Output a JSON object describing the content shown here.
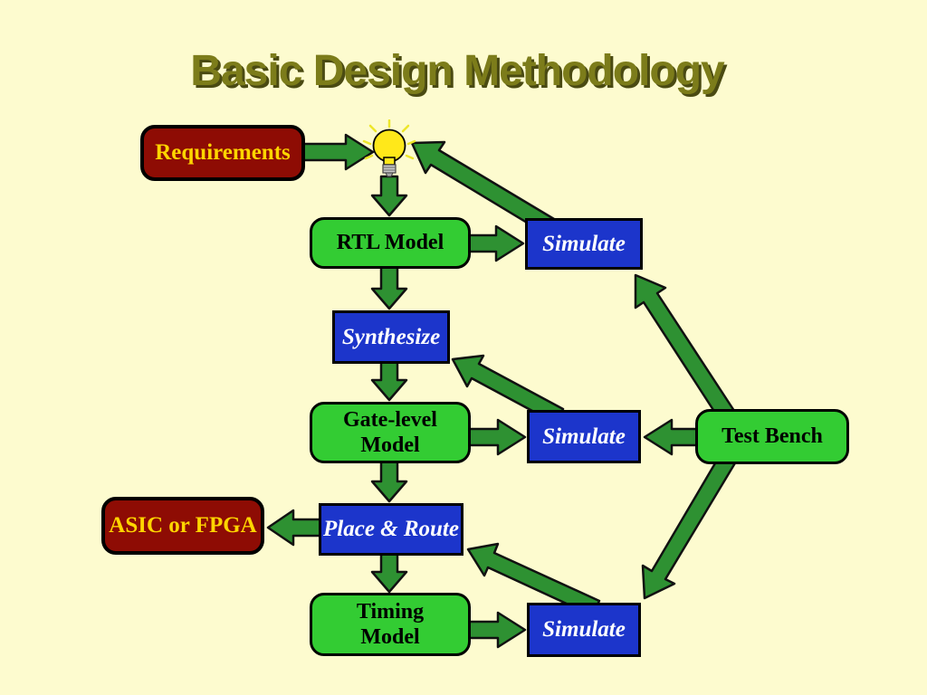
{
  "slide": {
    "title": "Basic Design Methodology"
  },
  "colors": {
    "background": "#FDFBCF",
    "title_text": "#7C7C1A",
    "title_shadow": "#4A4A12",
    "box_green": "#33CC33",
    "box_blue": "#1C35CB",
    "box_maroon": "#8E0C04",
    "arrow_green": "#2E9132",
    "maroon_label_yellow": "#FFD500",
    "bulb_yellow": "#FFE81A"
  },
  "nodes": {
    "requirements": {
      "label": "Requirements"
    },
    "rtl_model": {
      "label": "RTL Model"
    },
    "simulate_top": {
      "label": "Simulate"
    },
    "synthesize": {
      "label": "Synthesize"
    },
    "gate_level_model": {
      "line1": "Gate-level",
      "line2": "Model"
    },
    "simulate_mid": {
      "label": "Simulate"
    },
    "test_bench": {
      "label": "Test Bench"
    },
    "asic_or_fpga": {
      "label": "ASIC or FPGA"
    },
    "place_route": {
      "label": "Place & Route"
    },
    "timing_model": {
      "line1": "Timing",
      "line2": "Model"
    },
    "simulate_bottom": {
      "label": "Simulate"
    }
  },
  "icons": {
    "idea": "lightbulb-icon"
  }
}
